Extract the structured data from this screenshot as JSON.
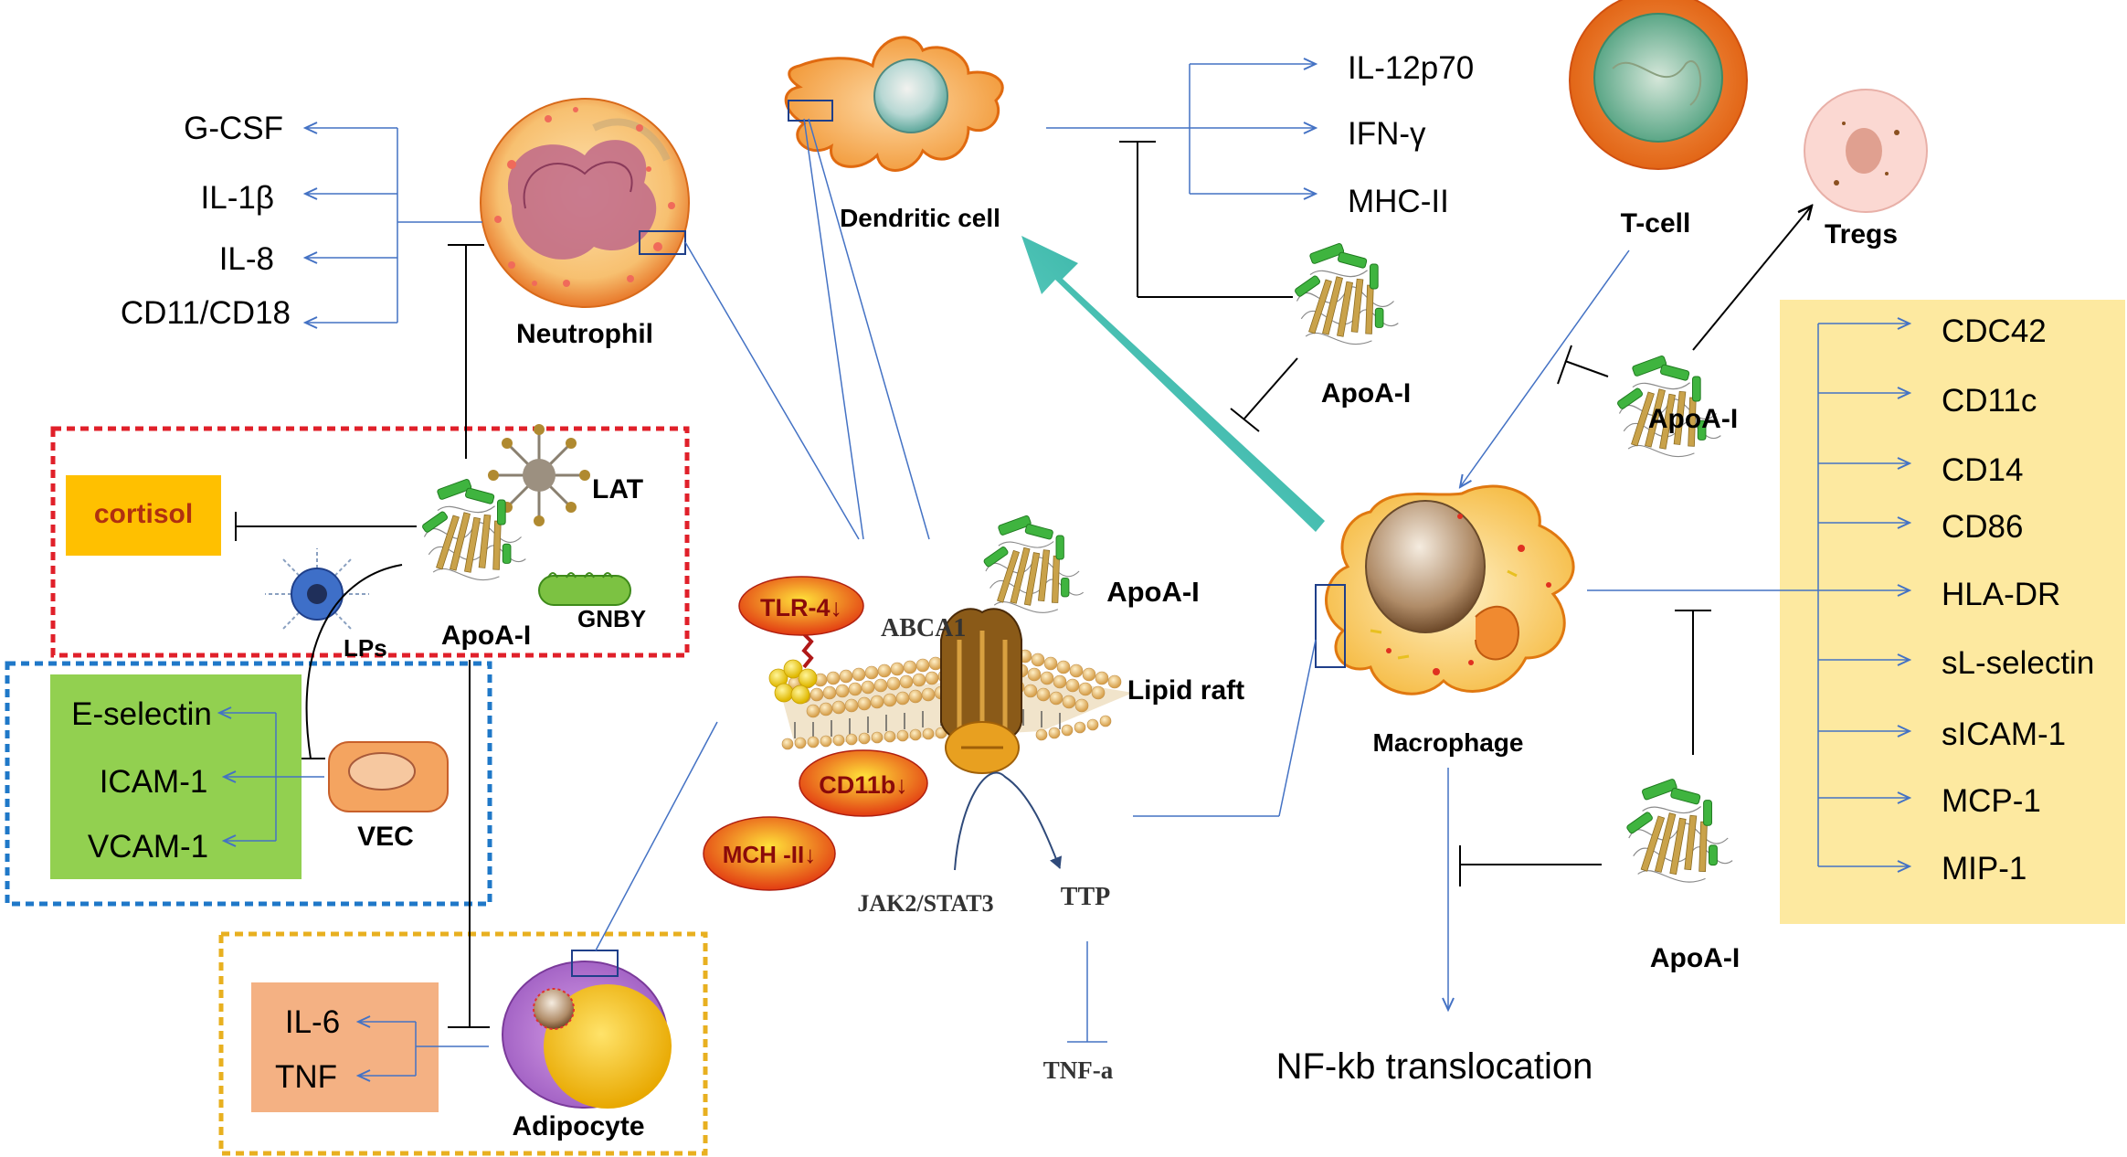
{
  "neutrophil": {
    "title": "Neutrophil",
    "outputs": [
      "G-CSF",
      "IL-1β",
      "IL-8",
      "CD11/CD18"
    ]
  },
  "dendritic": {
    "title": "Dendritic cell",
    "outputs": [
      "IL-12p70",
      "IFN-γ",
      "MHC-II"
    ]
  },
  "tcell": {
    "title": "T-cell"
  },
  "tregs": {
    "title": "Tregs"
  },
  "red_box": {
    "cortisol": "cortisol",
    "lat": "LAT",
    "gnby": "GNBY",
    "lps": "LPs",
    "apoa": "ApoA-I"
  },
  "blue_box": {
    "markers": [
      "E-selectin",
      "ICAM-1",
      "VCAM-1"
    ],
    "vec": "VEC"
  },
  "yellow_box": {
    "cytokines": [
      "IL-6",
      "TNF"
    ],
    "adipocyte": "Adipocyte"
  },
  "membrane": {
    "tlr4": "TLR-4↓",
    "abca1": "ABCA1",
    "apoa": "ApoA-I",
    "lipid_raft": "Lipid raft",
    "cd11b": "CD11b↓",
    "mch": "MCH -II↓",
    "jak": "JAK2/STAT3",
    "ttp": "TTP",
    "tnfa": "TNF-a"
  },
  "apoa_dc": "ApoA-I",
  "apoa_tcell": "ApoA-I",
  "apoa_bottom": "ApoA-I",
  "macrophage": {
    "title": "Macrophage",
    "nfkb": "NF-kb translocation"
  },
  "macro_outputs": [
    "CDC42",
    "CD11c",
    "CD14",
    "CD86",
    "HLA-DR",
    "sL-selectin",
    "sICAM-1",
    "MCP-1",
    "MIP-1"
  ],
  "colors": {
    "arrow_blue": "#4472c4",
    "red_dash": "#e0202a",
    "blue_dash": "#1f78c8",
    "yellow_dash": "#e8b020",
    "green_box": "#92d050",
    "yellow_panel": "#fde9a0",
    "orange_box": "#f4b183",
    "cortisol_box": "#ffc000",
    "teal_arrow": "#2ab5a5"
  }
}
